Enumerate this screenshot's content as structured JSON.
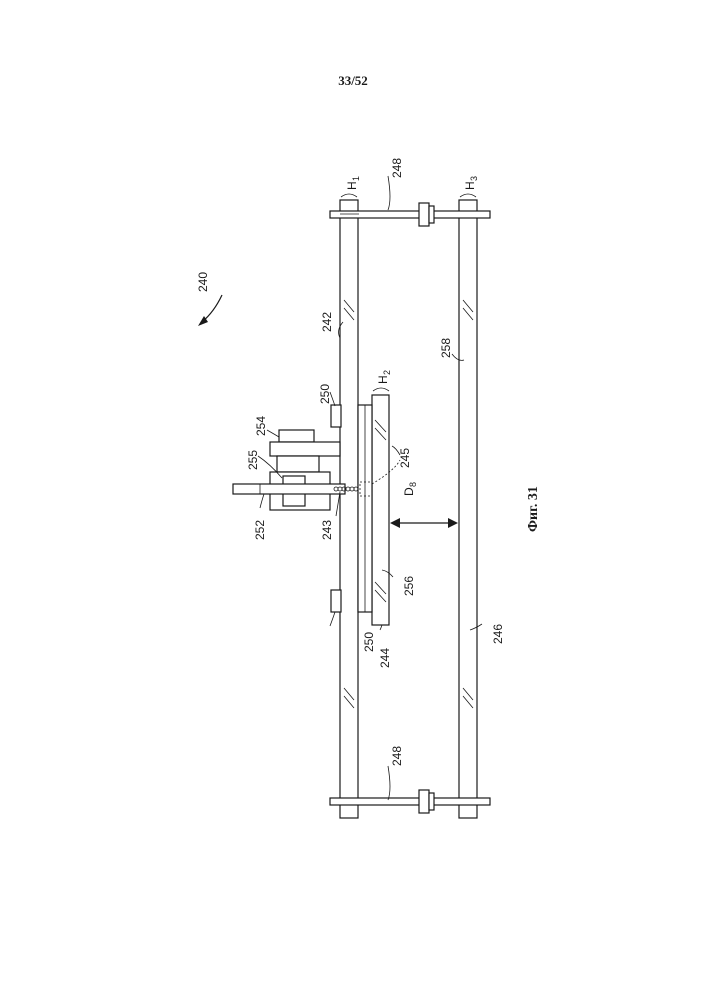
{
  "page": {
    "number": "33/52"
  },
  "figure": {
    "caption": "Фиг. 31",
    "labels": {
      "assembly": "240",
      "upper_plate": "242",
      "hole_243": "243",
      "middle_plate": "244",
      "hole_245": "245",
      "lower_plate": "246",
      "rod": "248",
      "spacer": "250",
      "shaft": "252",
      "motor": "254",
      "coupling": "255",
      "disk": "256",
      "gap": "258",
      "h1": "H",
      "h1_sub": "1",
      "h2": "H",
      "h2_sub": "2",
      "h3": "H",
      "h3_sub": "3",
      "d8": "D",
      "d8_sub": "8"
    }
  }
}
